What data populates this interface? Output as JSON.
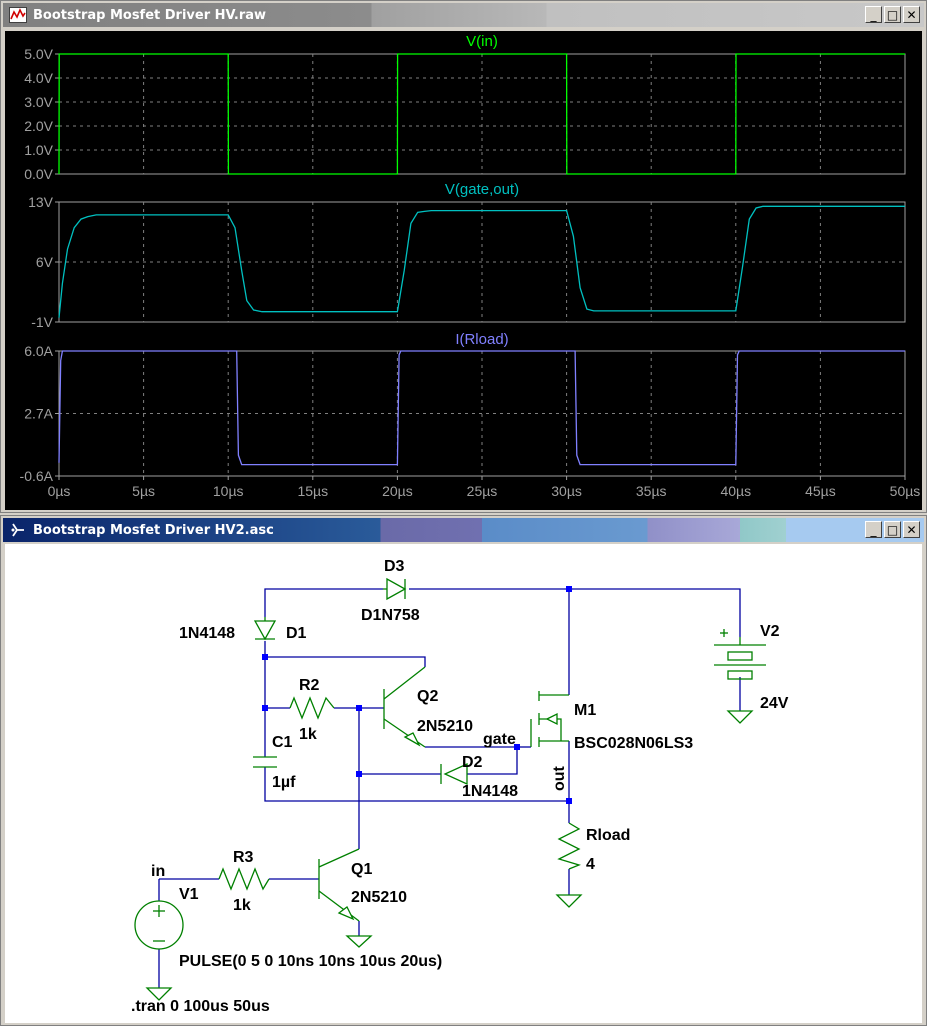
{
  "window1": {
    "title": "Bootstrap Mosfet Driver HV.raw",
    "buttons": {
      "minimize": "_",
      "maximize": "□",
      "close": "✕"
    }
  },
  "window2": {
    "title": "Bootstrap Mosfet Driver HV2.asc",
    "buttons": {
      "minimize": "_",
      "maximize": "□",
      "close": "✕"
    }
  },
  "colors": {
    "vin": "#00ff00",
    "vgate": "#00c0c0",
    "iload": "#8080ff",
    "wire": "#0000a0",
    "component": "#008000",
    "node": "#0000ff"
  },
  "chart_data": [
    {
      "type": "line",
      "title": "V(in)",
      "x_unit": "µs",
      "xlim": [
        0,
        50
      ],
      "ylim": [
        0,
        5
      ],
      "y_ticks": [
        "5.0V",
        "4.0V",
        "3.0V",
        "2.0V",
        "1.0V",
        "0.0V"
      ],
      "series": [
        {
          "name": "V(in)",
          "x": [
            0,
            0.01,
            10,
            10.01,
            20,
            20.01,
            30,
            30.01,
            40,
            40.01,
            50
          ],
          "y": [
            0,
            5,
            5,
            0,
            0,
            5,
            5,
            0,
            0,
            5,
            5
          ]
        }
      ]
    },
    {
      "type": "line",
      "title": "V(gate,out)",
      "x_unit": "µs",
      "xlim": [
        0,
        50
      ],
      "ylim": [
        -1,
        13
      ],
      "y_ticks": [
        "13V",
        "6V",
        "-1V"
      ],
      "series": [
        {
          "name": "V(gate,out)",
          "x": [
            0,
            0.2,
            0.5,
            0.9,
            1.3,
            1.7,
            2.2,
            10.0,
            10.4,
            10.8,
            11.1,
            11.5,
            12.0,
            20.0,
            20.4,
            20.8,
            21.2,
            21.6,
            22.0,
            30.0,
            30.4,
            30.8,
            31.2,
            31.6,
            32.0,
            40.0,
            40.4,
            40.8,
            41.2,
            41.6,
            42.0,
            50.0
          ],
          "y": [
            -0.5,
            3.5,
            7.5,
            10.0,
            11.0,
            11.3,
            11.5,
            11.5,
            10.0,
            5.0,
            1.5,
            0.4,
            0.2,
            0.2,
            5.0,
            10.5,
            11.8,
            11.9,
            12.0,
            12.0,
            9.0,
            3.0,
            0.5,
            0.3,
            0.3,
            0.3,
            5.5,
            11.0,
            12.3,
            12.5,
            12.5,
            12.5
          ]
        }
      ]
    },
    {
      "type": "line",
      "title": "I(Rload)",
      "x_unit": "µs",
      "xlim": [
        0,
        50
      ],
      "ylim": [
        -0.6,
        6.0
      ],
      "y_ticks": [
        "6.0A",
        "2.7A",
        "-0.6A"
      ],
      "series": [
        {
          "name": "I(Rload)",
          "x": [
            0,
            0.1,
            0.2,
            10.5,
            10.6,
            10.8,
            20.0,
            20.1,
            20.2,
            30.5,
            30.6,
            30.8,
            40.0,
            40.1,
            40.2,
            50.0
          ],
          "y": [
            0.1,
            5.5,
            6.0,
            6.0,
            0.5,
            0.0,
            0.0,
            5.8,
            6.0,
            6.0,
            0.5,
            0.0,
            0.0,
            5.8,
            6.0,
            6.0
          ]
        }
      ]
    }
  ],
  "x_ticks": [
    "0µs",
    "5µs",
    "10µs",
    "15µs",
    "20µs",
    "25µs",
    "30µs",
    "35µs",
    "40µs",
    "45µs",
    "50µs"
  ],
  "schematic": {
    "labels": {
      "d3": "D3",
      "d3_model": "D1N758",
      "d1": "D1",
      "d1_model": "1N4148",
      "r2": "R2",
      "r2_value": "1k",
      "q2": "Q2",
      "q2_model": "2N5210",
      "c1": "C1",
      "c1_value": "1µf",
      "gate": "gate",
      "d2": "D2",
      "d2_model": "1N4148",
      "m1": "M1",
      "m1_model": "BSC028N06LS3",
      "out": "out",
      "v2": "V2",
      "v2_value": "24V",
      "rload": "Rload",
      "rload_value": "4",
      "in": "in",
      "v1": "V1",
      "r3": "R3",
      "r3_value": "1k",
      "q1": "Q1",
      "q1_model": "2N5210",
      "v1_value": "PULSE(0 5 0 10ns 10ns 10us 20us)",
      "tran": ".tran 0 100us 50us"
    }
  }
}
